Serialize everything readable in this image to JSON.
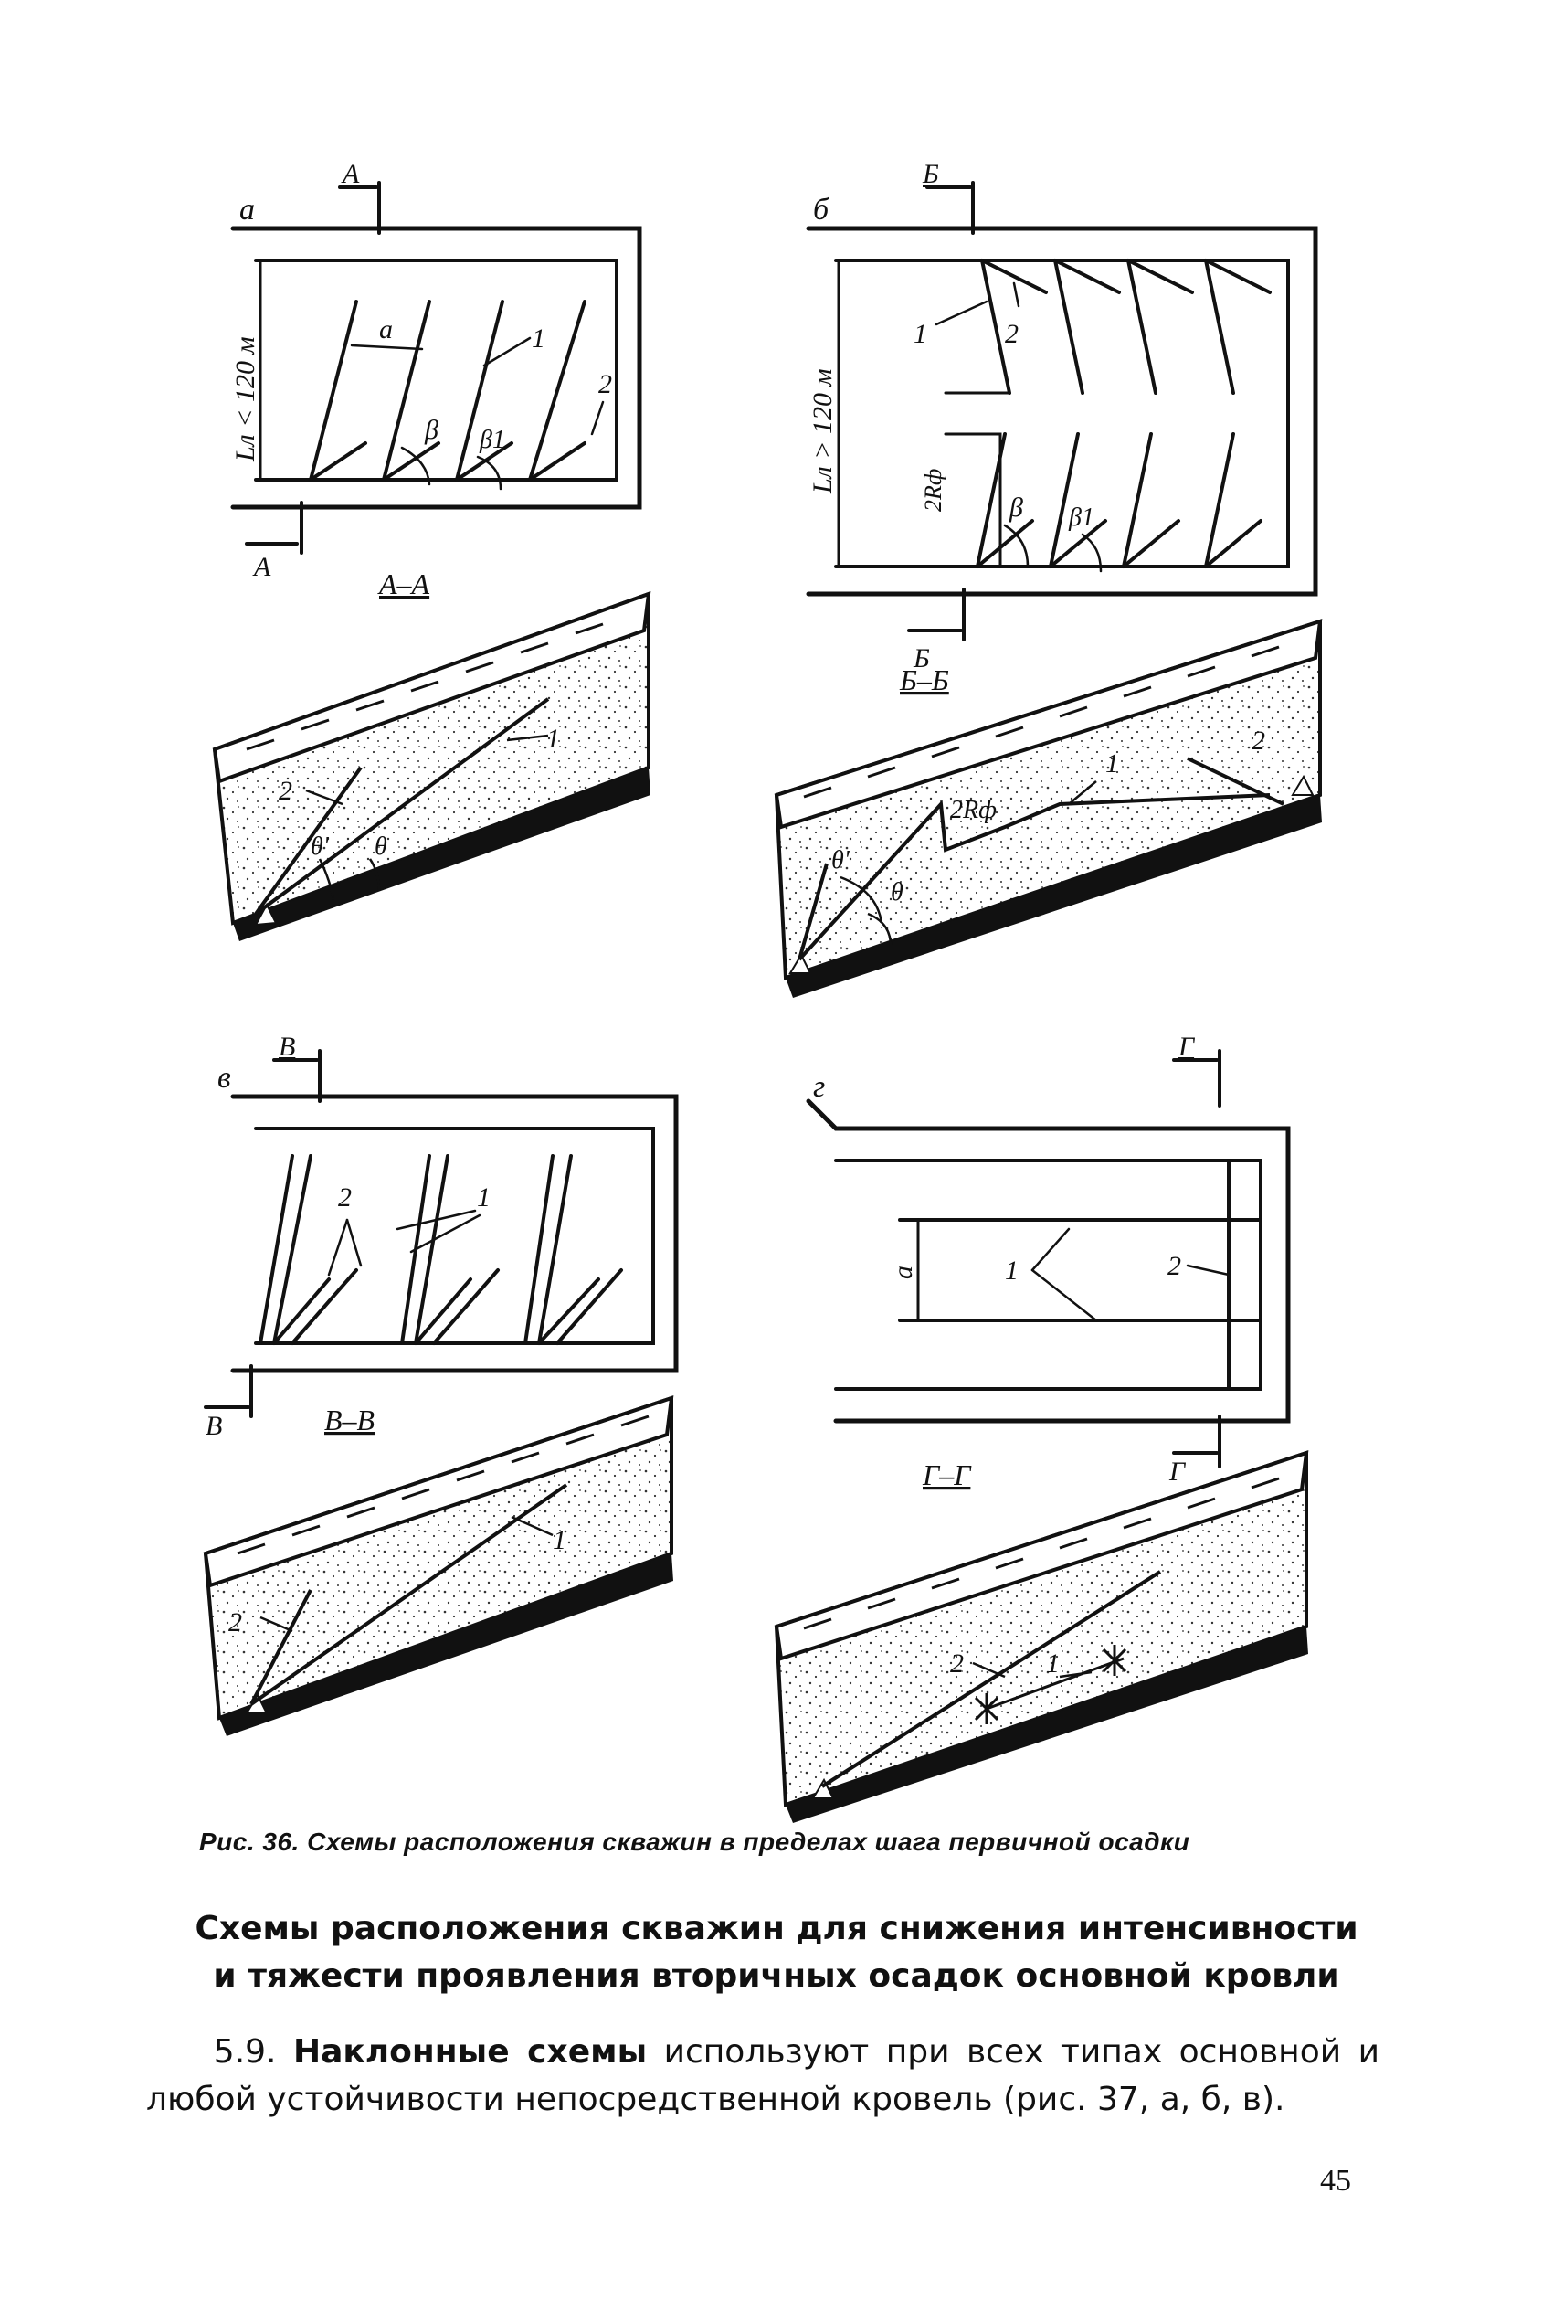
{
  "figure": {
    "panels": {
      "a": {
        "letter": "а",
        "section_top": "А",
        "section_bottom": "А",
        "length_label": "Lл < 120 м",
        "dim_label": "а",
        "angle1": "β",
        "angle2": "β1",
        "callout1": "1",
        "callout2": "2",
        "section_title": "А–А",
        "sec_callout1": "1",
        "sec_callout2": "2",
        "sec_angle1": "θ'",
        "sec_angle2": "θ"
      },
      "b": {
        "letter": "б",
        "section_top": "Б",
        "section_bottom": "Б",
        "length_label": "Lл > 120 м",
        "dim_label": "2Rф",
        "angle1": "β",
        "angle2": "β1",
        "callout1": "1",
        "callout2": "2",
        "section_title": "Б–Б",
        "sec_callout1": "1",
        "sec_callout2": "2",
        "sec_dim": "2Rф",
        "sec_angle1": "θ'",
        "sec_angle2": "θ"
      },
      "v": {
        "letter": "в",
        "section_top": "В",
        "section_bottom": "В",
        "callout1": "1",
        "callout2": "2",
        "section_title": "В–В",
        "sec_callout1": "1",
        "sec_callout2": "2"
      },
      "g": {
        "letter": "г",
        "section_top": "Г",
        "section_bottom": "Г",
        "dim_label": "а",
        "callout1": "1",
        "callout2": "2",
        "section_title": "Г–Г",
        "sec_callout1": "1",
        "sec_callout2": "2"
      }
    },
    "caption": "Рис. 36. Схемы расположения скважин в пределах шага первичной осадки"
  },
  "heading": {
    "line1": "Схемы расположения скважин для снижения интенсивности",
    "line2": "и тяжести проявления вторичных осадок основной кровли"
  },
  "paragraph": {
    "number": "5.9.",
    "lead": "Наклонные схемы",
    "text": "используют при всех типах основной и любой устойчивости непосредственной кровель (рис. 37, а, б, в)."
  },
  "page_number": "45"
}
